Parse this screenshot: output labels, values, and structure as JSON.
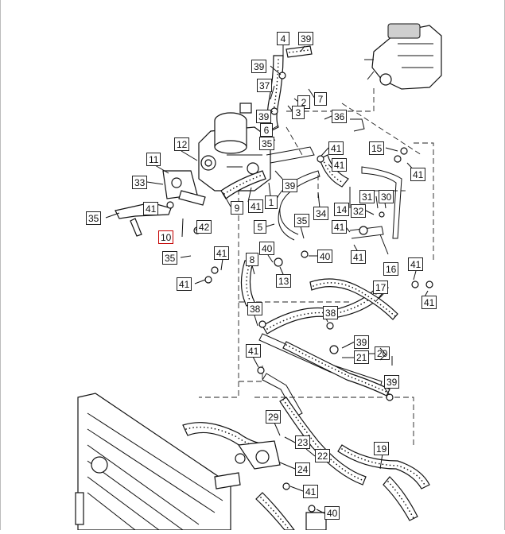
{
  "diagram": {
    "labels": [
      {
        "id": "l1",
        "text": "4"
      },
      {
        "id": "l2",
        "text": "39"
      },
      {
        "id": "l3",
        "text": "39"
      },
      {
        "id": "l4",
        "text": "37"
      },
      {
        "id": "l5",
        "text": "2"
      },
      {
        "id": "l6",
        "text": "7"
      },
      {
        "id": "l7",
        "text": "39"
      },
      {
        "id": "l8",
        "text": "3"
      },
      {
        "id": "l9",
        "text": "36"
      },
      {
        "id": "l10",
        "text": "6"
      },
      {
        "id": "l11",
        "text": "12"
      },
      {
        "id": "l12",
        "text": "35"
      },
      {
        "id": "l13",
        "text": "41"
      },
      {
        "id": "l14",
        "text": "15"
      },
      {
        "id": "l15",
        "text": "11"
      },
      {
        "id": "l16",
        "text": "41"
      },
      {
        "id": "l17",
        "text": "41"
      },
      {
        "id": "l18",
        "text": "33"
      },
      {
        "id": "l19",
        "text": "39"
      },
      {
        "id": "l20",
        "text": "9"
      },
      {
        "id": "l21",
        "text": "41"
      },
      {
        "id": "l22",
        "text": "1"
      },
      {
        "id": "l23",
        "text": "31"
      },
      {
        "id": "l24",
        "text": "30"
      },
      {
        "id": "l25",
        "text": "41"
      },
      {
        "id": "l26",
        "text": "42"
      },
      {
        "id": "l27",
        "text": "34"
      },
      {
        "id": "l28",
        "text": "14"
      },
      {
        "id": "l29",
        "text": "32"
      },
      {
        "id": "l30",
        "text": "35"
      },
      {
        "id": "l31",
        "text": "35"
      },
      {
        "id": "l32",
        "text": "5"
      },
      {
        "id": "l33",
        "text": "41"
      },
      {
        "id": "l34",
        "text": "10"
      },
      {
        "id": "l35",
        "text": "41"
      },
      {
        "id": "l36",
        "text": "16"
      },
      {
        "id": "l37",
        "text": "40"
      },
      {
        "id": "l38",
        "text": "41"
      },
      {
        "id": "l39",
        "text": "40"
      },
      {
        "id": "l40",
        "text": "35"
      },
      {
        "id": "l41",
        "text": "8"
      },
      {
        "id": "l42",
        "text": "41"
      },
      {
        "id": "l43",
        "text": "13"
      },
      {
        "id": "l44",
        "text": "41"
      },
      {
        "id": "l45",
        "text": "17"
      },
      {
        "id": "l46",
        "text": "41"
      },
      {
        "id": "l47",
        "text": "38"
      },
      {
        "id": "l48",
        "text": "38"
      },
      {
        "id": "l49",
        "text": "39"
      },
      {
        "id": "l50",
        "text": "20"
      },
      {
        "id": "l51",
        "text": "41"
      },
      {
        "id": "l52",
        "text": "21"
      },
      {
        "id": "l53",
        "text": "39"
      },
      {
        "id": "l54",
        "text": "29"
      },
      {
        "id": "l55",
        "text": "23"
      },
      {
        "id": "l56",
        "text": "22"
      },
      {
        "id": "l57",
        "text": "19"
      },
      {
        "id": "l58",
        "text": "24"
      },
      {
        "id": "l59",
        "text": "41"
      },
      {
        "id": "l60",
        "text": "40"
      }
    ]
  }
}
